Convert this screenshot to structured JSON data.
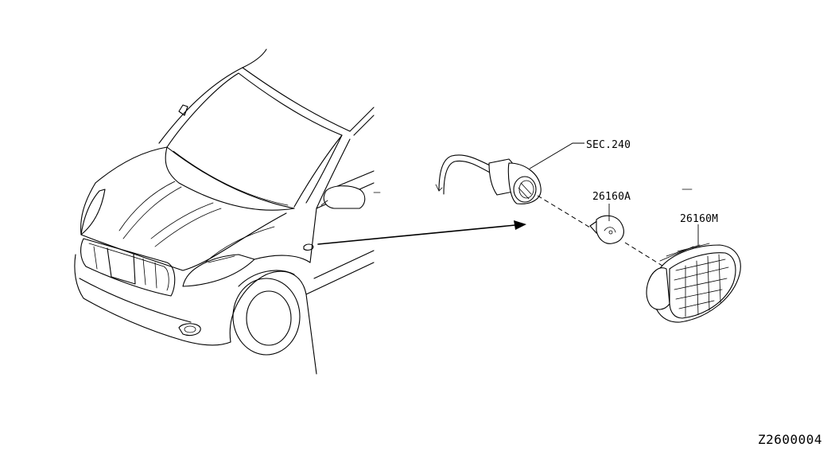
{
  "diagram": {
    "labels": {
      "connector": "SEC.240",
      "bulb": "26160A",
      "lamp": "26160M"
    },
    "figure_code": "Z2600004",
    "colors": {
      "line": "#000000",
      "background": "#ffffff"
    },
    "icons": {
      "vehicle": "vehicle-front-quarter-icon",
      "harness": "wire-harness-icon",
      "socket": "bulb-socket-icon",
      "bulb": "wedge-bulb-icon",
      "lamp": "side-marker-lamp-icon",
      "pointer": "arrow-icon"
    }
  }
}
